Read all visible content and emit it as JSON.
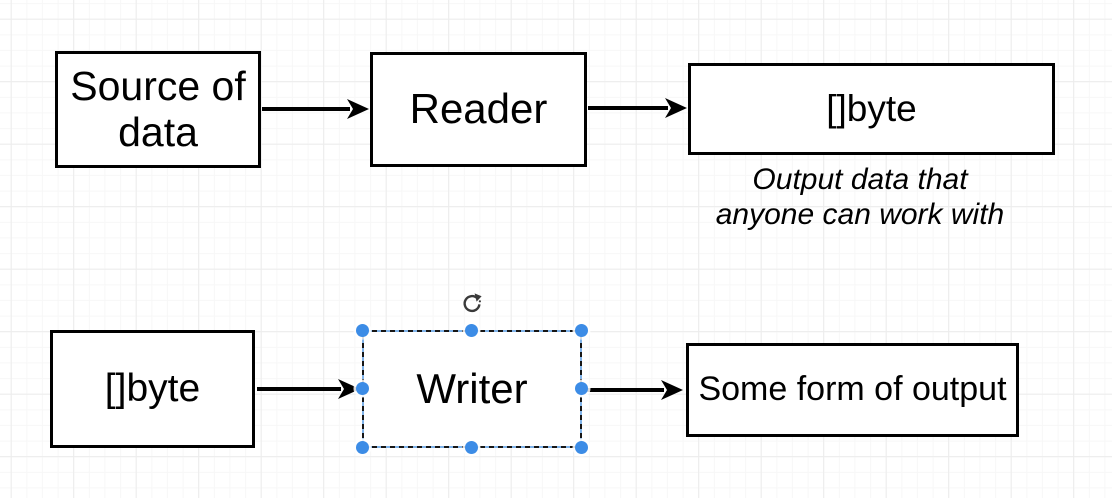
{
  "canvas": {
    "tool": "diagram-editor-canvas",
    "nodes": {
      "source": {
        "label": "Source of\ndata"
      },
      "reader": {
        "label": "Reader"
      },
      "byteout": {
        "label": "[]byte"
      },
      "bytein": {
        "label": "[]byte"
      },
      "writer": {
        "label": "Writer"
      },
      "output": {
        "label": "Some form of output"
      }
    },
    "annotation": {
      "label": "Output data that\nanyone can work with"
    },
    "selection": {
      "selected_node_label": "Writer",
      "handle_color": "#3c8ce6",
      "outline_dash_color": "#161616",
      "outline_gap_color": "#7fb2e8"
    },
    "colors": {
      "shape_stroke": "#000000",
      "shape_fill": "#ffffff",
      "text": "#000000",
      "grid_minor": "#f7f7f7",
      "grid_major": "#ececec",
      "background": "#ffffff"
    }
  }
}
